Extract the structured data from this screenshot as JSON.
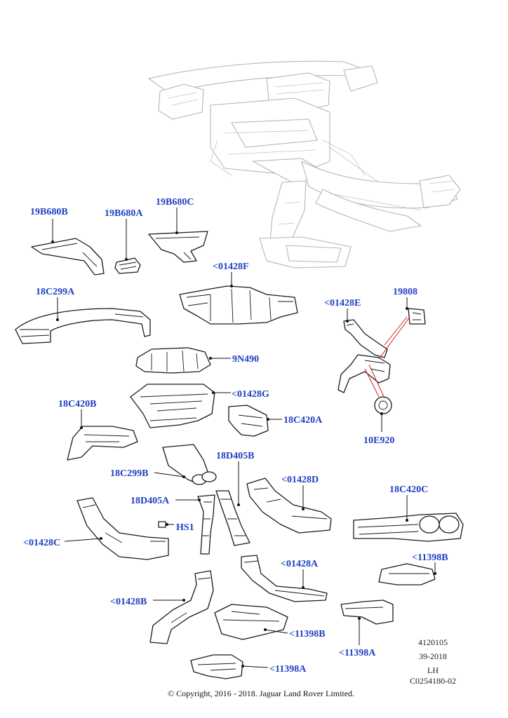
{
  "callouts": {
    "c_19B680B": "19B680B",
    "c_19B680A": "19B680A",
    "c_19B680C": "19B680C",
    "c_18C299A": "18C299A",
    "c_01428F": "<01428F",
    "c_01428E": "<01428E",
    "c_19808": "19808",
    "c_9N490": "9N490",
    "c_01428G": "<01428G",
    "c_18C420B": "18C420B",
    "c_18C420A": "18C420A",
    "c_10E920": "10E920",
    "c_18D405B": "18D405B",
    "c_18C299B": "18C299B",
    "c_01428D": "<01428D",
    "c_18C420C": "18C420C",
    "c_18D405A": "18D405A",
    "c_HS1": "HS1",
    "c_01428C": "<01428C",
    "c_01428A": "<01428A",
    "c_11398B_right": "<11398B",
    "c_01428B": "<01428B",
    "c_11398B_center": "<11398B",
    "c_11398A_right": "<11398A",
    "c_11398A_bottom": "<11398A"
  },
  "meta": {
    "line1": "4120105",
    "line2": "39-2018",
    "line3": "LH",
    "line4": "C0254180-02"
  },
  "copyright": "© Copyright, 2016 - 2018. Jaguar Land Rover Limited."
}
